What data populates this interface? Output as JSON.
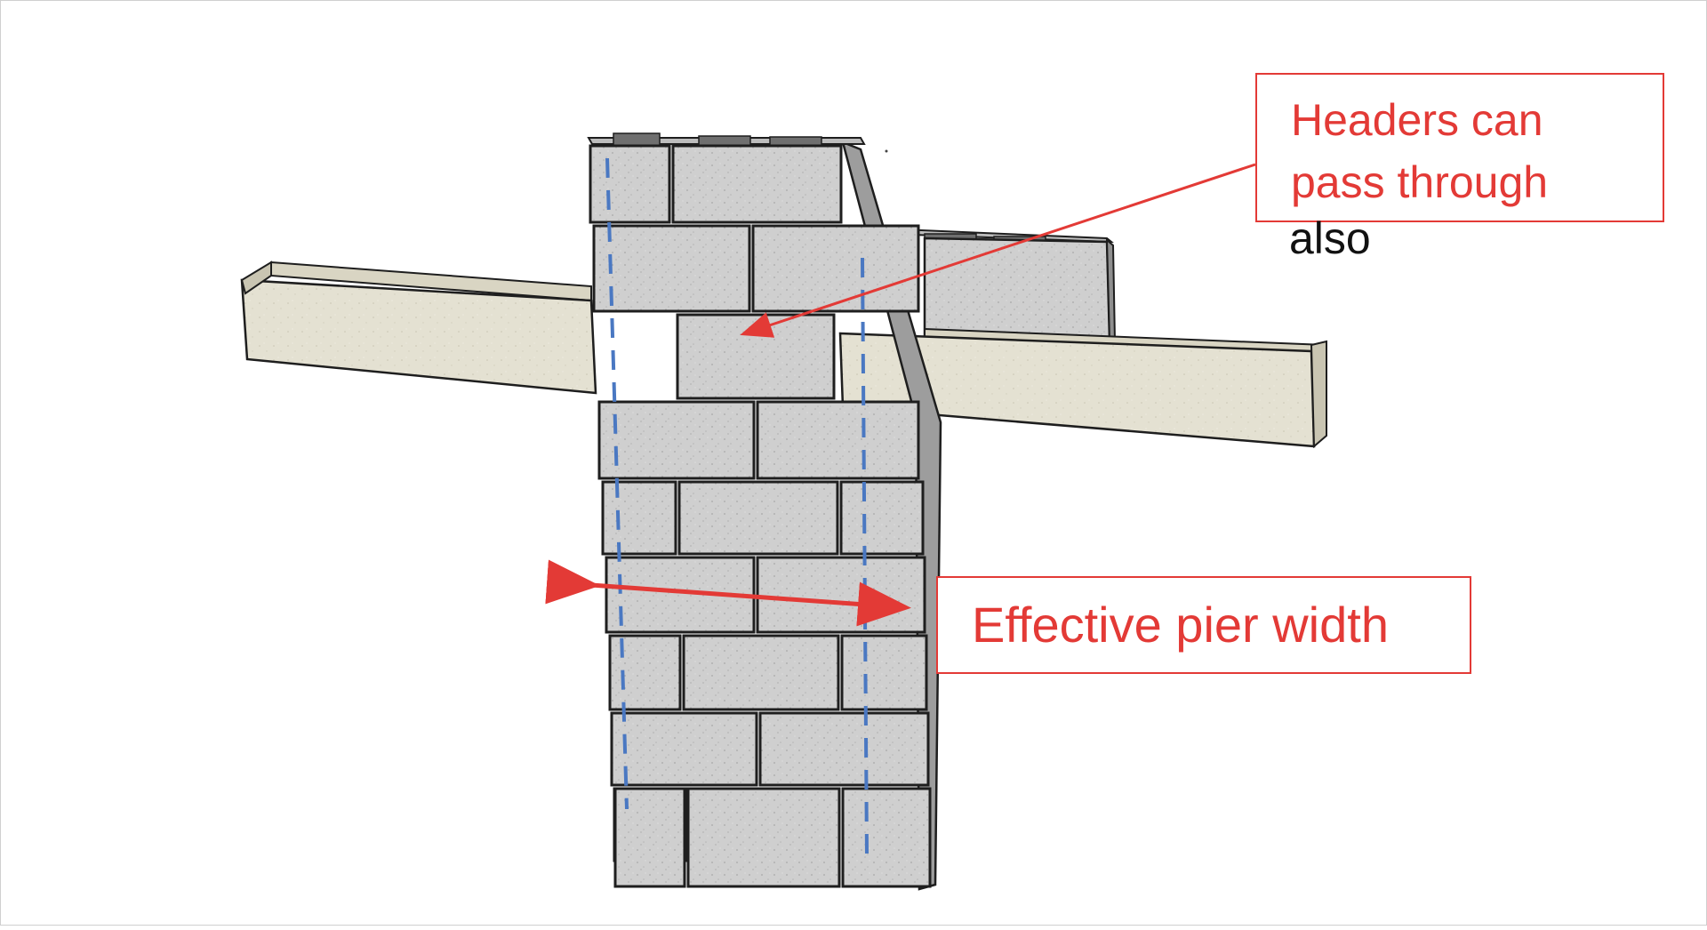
{
  "labels": {
    "headers_line1": "Headers can",
    "headers_line2": "pass through",
    "headers_also": "also",
    "pier_width": "Effective pier width"
  },
  "colors": {
    "annotation": "#e33a36",
    "dashed_line": "#4a78c2",
    "block_fill": "#cfcfcf",
    "block_face_dark": "#9d9d9d",
    "header_beam": "#e4e1d2",
    "outline": "#1e1e1e"
  },
  "icons": {
    "pier_arrow": "double-headed-arrow",
    "header_arrow": "pointer-arrow"
  }
}
